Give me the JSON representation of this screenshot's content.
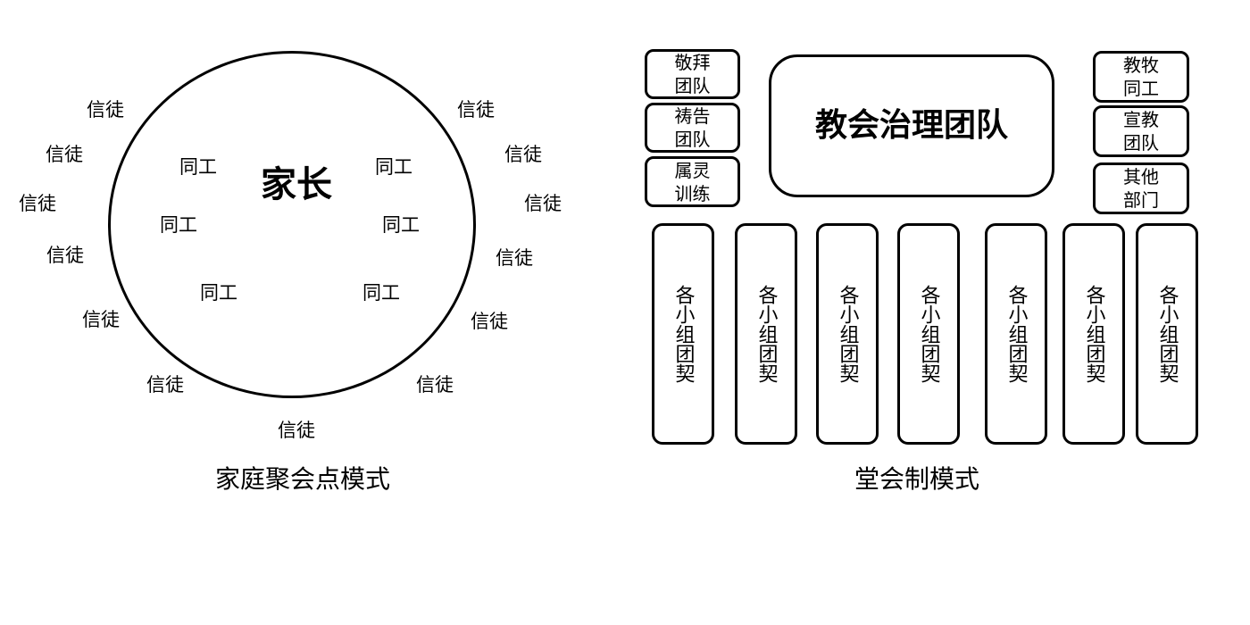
{
  "left": {
    "head": "家长",
    "caption": "家庭聚会点模式",
    "believers": [
      "信徒",
      "信徒",
      "信徒",
      "信徒",
      "信徒",
      "信徒",
      "信徒",
      "信徒",
      "信徒",
      "信徒",
      "信徒",
      "信徒",
      "信徒"
    ],
    "coworkers": [
      "同工",
      "同工",
      "同工",
      "同工",
      "同工",
      "同工"
    ]
  },
  "right": {
    "caption": "堂会制模式",
    "center": "教会治理团队",
    "left_boxes": [
      "敬拜\n团队",
      "祷告\n团队",
      "属灵\n训练"
    ],
    "right_boxes": [
      "教牧\n同工",
      "宣教\n团队",
      "其他\n部门"
    ],
    "groups": [
      "各小组团契",
      "各小组团契",
      "各小组团契",
      "各小组团契",
      "各小组团契",
      "各小组团契",
      "各小组团契"
    ]
  }
}
